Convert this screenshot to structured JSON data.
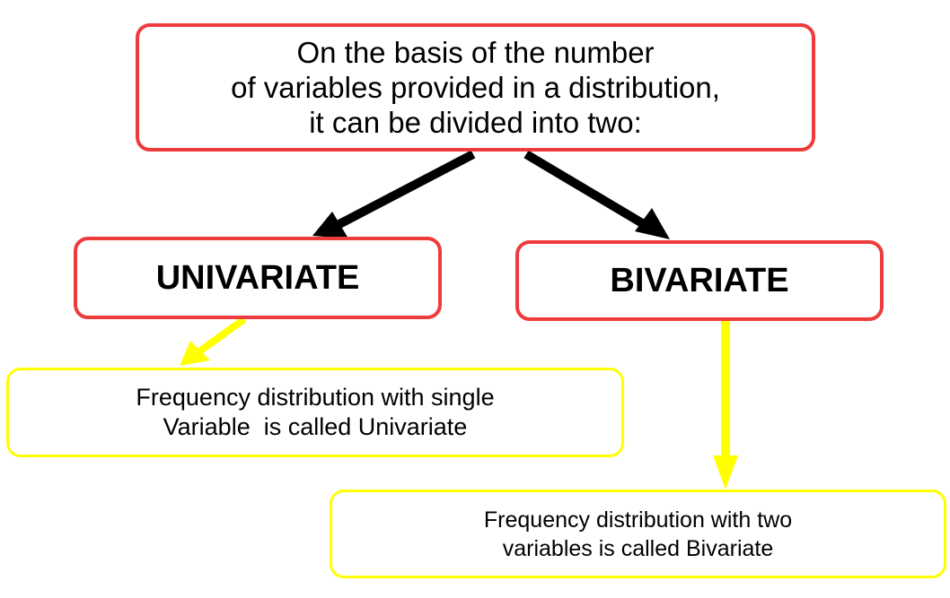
{
  "root": {
    "lines": [
      "On the basis of the number",
      "of variables provided in a distribution,",
      "it can be divided into two:"
    ]
  },
  "univariate": {
    "label": "UNIVARIATE",
    "description_lines": [
      "Frequency distribution with single",
      "Variable  is called Univariate"
    ]
  },
  "bivariate": {
    "label": "BIVARIATE",
    "description_lines": [
      "Frequency distribution with two",
      "variables is called Bivariate"
    ]
  },
  "colors": {
    "primary_border": "#ee3b3b",
    "secondary_border": "#ffff00",
    "primary_arrow": "#000000",
    "secondary_arrow": "#ffff00"
  }
}
